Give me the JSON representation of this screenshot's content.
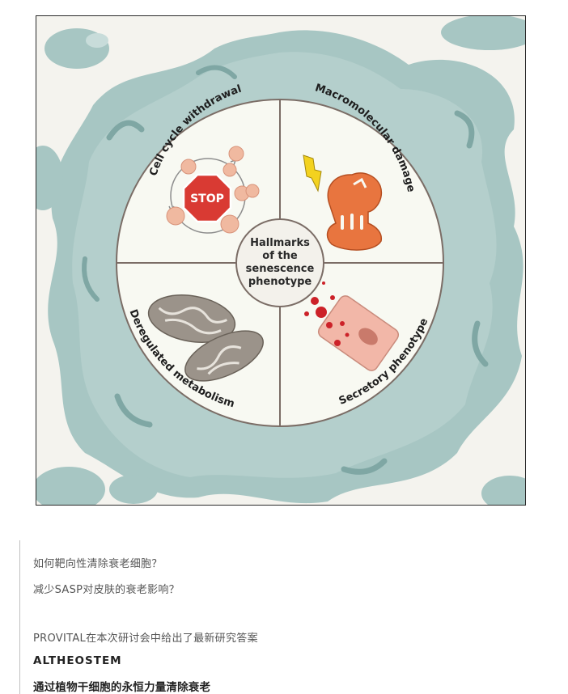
{
  "figure": {
    "center_lines": [
      "Hallmarks",
      "of the",
      "senescence",
      "phenotype"
    ],
    "quadrants": {
      "top_left": "Cell cycle withdrawal",
      "top_right": "Macromolecular damage",
      "bottom_left": "Deregulated metabolism",
      "bottom_right": "Secretory phenotype"
    },
    "stop_sign": "STOP",
    "colors": {
      "outer_cell": "#a7c6c3",
      "outer_cell_dark": "#7fa7a4",
      "background": "#f4f3ee",
      "inner_disc": "#f8f9f2",
      "stop_red": "#d93a33",
      "damage_orange": "#e8753f",
      "secretory_pink": "#f2b7a8",
      "mito_gray": "#9b938a"
    }
  },
  "article": {
    "question_1": "如何靶向性清除衰老细胞？",
    "question_2": "减少SASP对皮肤的衰老影响？",
    "intro": "PROVITAL在本次研讨会中给出了最新研究答案",
    "product_name": "ALTHEOSTEM",
    "slogan": "通过植物干细胞的永恒力量清除衰老"
  }
}
